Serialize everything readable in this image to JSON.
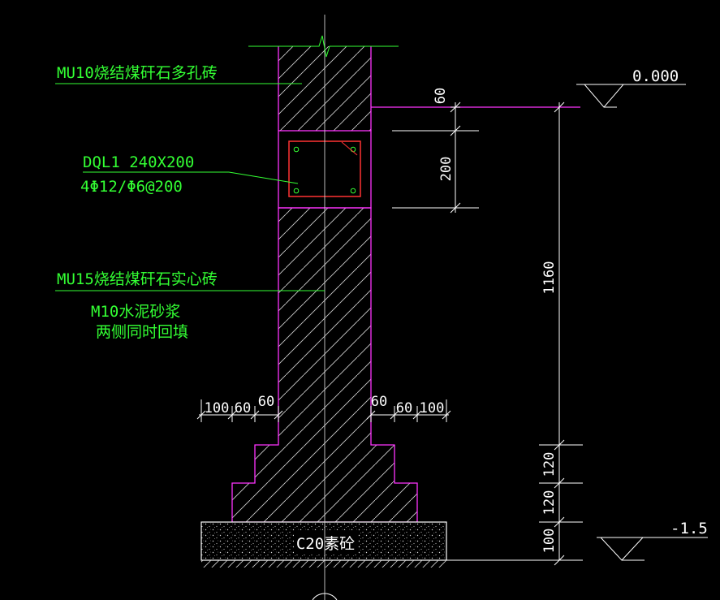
{
  "labels": {
    "top_brick": "MU10烧结煤矸石多孔砖",
    "beam_name": "DQL1 240X200",
    "beam_rebar": "4Φ12/Φ6@200",
    "lower_brick": "MU15烧结煤矸石实心砖",
    "mortar": "M10水泥砂浆",
    "backfill": "两侧同时回填",
    "concrete": "C20素砼"
  },
  "elevations": {
    "top": "0.000",
    "bottom": "-1.5"
  },
  "dimensions": {
    "d60_top": "60",
    "d200": "200",
    "d1160": "1160",
    "d120_a": "120",
    "d120_b": "120",
    "d100_right": "100",
    "left_steps": [
      "100",
      "60",
      "60"
    ],
    "right_steps": [
      "60",
      "60",
      "100"
    ]
  },
  "colors": {
    "wall_outline": "#ff33ff",
    "beam": "#ff3333",
    "leader_text": "#33ff33",
    "dimension": "#ffffff"
  }
}
